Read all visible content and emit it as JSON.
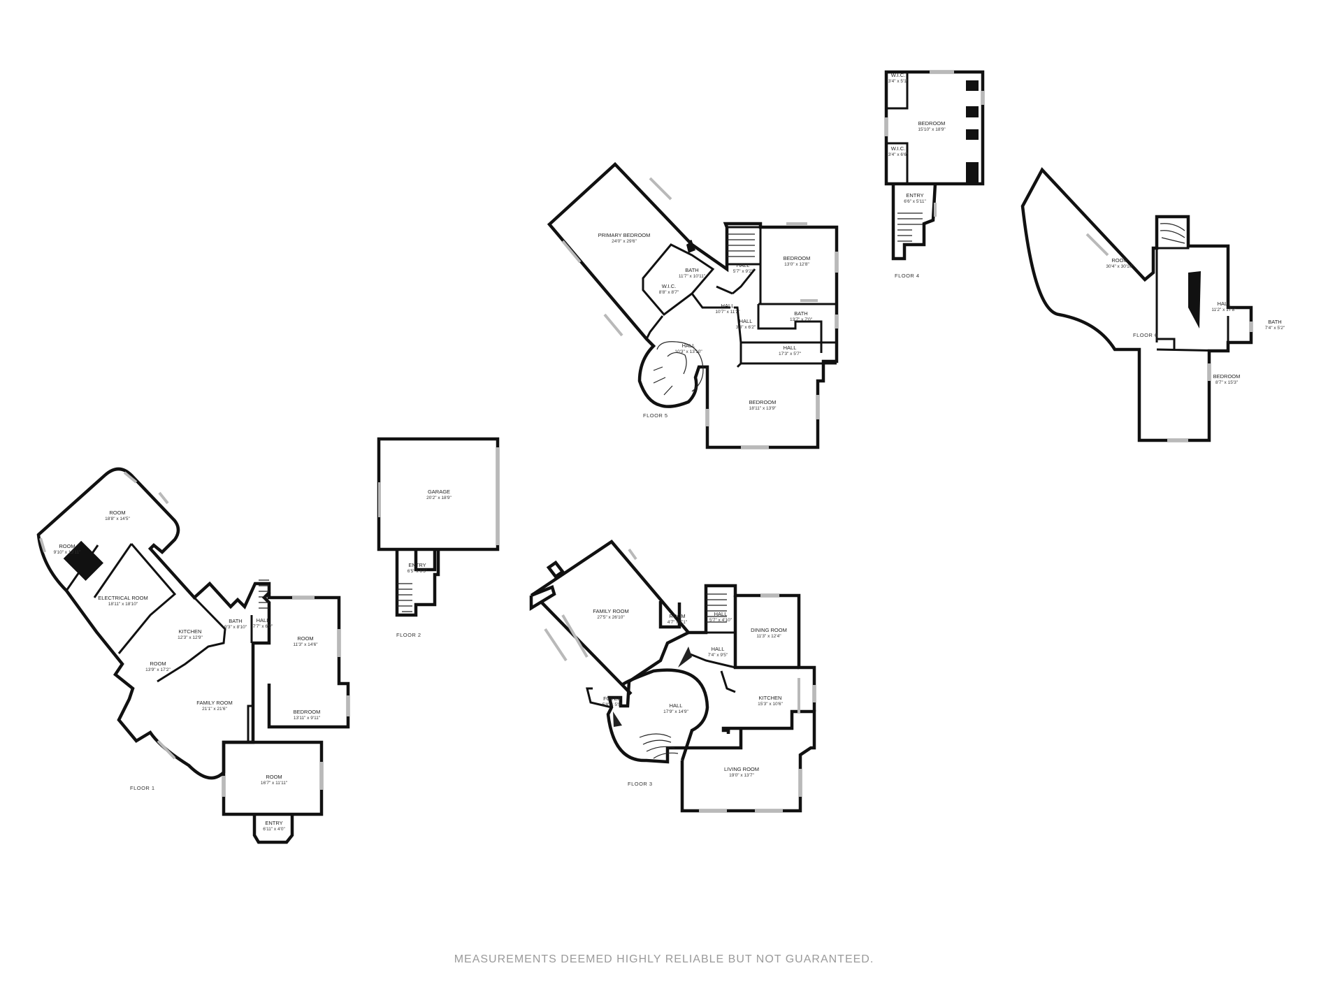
{
  "disclaimer": "MEASUREMENTS DEEMED HIGHLY RELIABLE BUT NOT GUARANTEED.",
  "floor_labels": {
    "f1": "FLOOR 1",
    "f2": "FLOOR 2",
    "f3": "FLOOR 3",
    "f4": "FLOOR 4",
    "f5": "FLOOR 5",
    "f6": "FLOOR 6"
  },
  "rooms": {
    "f1_room_a": {
      "name": "ROOM",
      "dim": "18'8\" x 14'5\""
    },
    "f1_room_b": {
      "name": "ROOM",
      "dim": "9'10\" x 13'11\""
    },
    "f1_electrical": {
      "name": "ELECTRICAL ROOM",
      "dim": "18'11\" x 18'10\""
    },
    "f1_kitchen": {
      "name": "KITCHEN",
      "dim": "12'3\" x 12'9\""
    },
    "f1_bath": {
      "name": "BATH",
      "dim": "9'3\" x 8'10\""
    },
    "f1_hall": {
      "name": "HALL",
      "dim": "7'7\" x 6'9\""
    },
    "f1_room_c": {
      "name": "ROOM",
      "dim": "11'3\" x 14'6\""
    },
    "f1_room_d": {
      "name": "ROOM",
      "dim": "13'9\" x 17'2\""
    },
    "f1_family": {
      "name": "FAMILY ROOM",
      "dim": "21'1\" x 21'6\""
    },
    "f1_bedroom": {
      "name": "BEDROOM",
      "dim": "13'11\" x 9'11\""
    },
    "f1_room_e": {
      "name": "ROOM",
      "dim": "16'7\" x 11'11\""
    },
    "f1_entry": {
      "name": "ENTRY",
      "dim": "6'11\" x 4'0\""
    },
    "f2_garage": {
      "name": "GARAGE",
      "dim": "20'2\" x 18'9\""
    },
    "f2_entry": {
      "name": "ENTRY",
      "dim": "6'5\" x 6'5\""
    },
    "f3_family": {
      "name": "FAMILY ROOM",
      "dim": "27'5\" x 26'10\""
    },
    "f3_room": {
      "name": "ROOM",
      "dim": "4'7\" x 7'1\""
    },
    "f3_hall_a": {
      "name": "HALL",
      "dim": "5'7\" x 4'10\""
    },
    "f3_dining": {
      "name": "DINING ROOM",
      "dim": "11'3\" x 12'4\""
    },
    "f3_hall_b": {
      "name": "HALL",
      "dim": "7'4\" x 9'5\""
    },
    "f3_foyer": {
      "name": "FOYER",
      "dim": "5'8\" x 5'5\""
    },
    "f3_hall_c": {
      "name": "HALL",
      "dim": "17'9\" x 14'9\""
    },
    "f3_kitchen": {
      "name": "KITCHEN",
      "dim": "15'3\" x 10'6\""
    },
    "f3_living": {
      "name": "LIVING ROOM",
      "dim": "19'0\" x 13'7\""
    },
    "f4_wic_a": {
      "name": "W.I.C.",
      "dim": "3'4\" x 5'1\""
    },
    "f4_bedroom": {
      "name": "BEDROOM",
      "dim": "15'10\" x 18'9\""
    },
    "f4_wic_b": {
      "name": "W.I.C.",
      "dim": "3'4\" x 6'6\""
    },
    "f4_entry": {
      "name": "ENTRY",
      "dim": "6'6\" x 5'11\""
    },
    "f5_primary": {
      "name": "PRIMARY BEDROOM",
      "dim": "24'0\" x 29'6\""
    },
    "f5_bath_a": {
      "name": "BATH",
      "dim": "11'7\" x 10'11\""
    },
    "f5_wic": {
      "name": "W.I.C.",
      "dim": "8'8\" x 8'7\""
    },
    "f5_hall_a": {
      "name": "HALL",
      "dim": "5'7\" x 9'2\""
    },
    "f5_bedroom_a": {
      "name": "BEDROOM",
      "dim": "13'0\" x 12'8\""
    },
    "f5_hall_b": {
      "name": "HALL",
      "dim": "10'7\" x 11'2\""
    },
    "f5_hall_c": {
      "name": "HALL",
      "dim": "3'3\" x 6'2\""
    },
    "f5_bath_b": {
      "name": "BATH",
      "dim": "13'7\" x 7'0\""
    },
    "f5_hall_d": {
      "name": "HALL",
      "dim": "17'3\" x 5'7\""
    },
    "f5_hall_e": {
      "name": "HALL",
      "dim": "10'3\" x 13'10\""
    },
    "f5_bedroom_b": {
      "name": "BEDROOM",
      "dim": "18'11\" x 13'9\""
    },
    "f6_room": {
      "name": "ROOM",
      "dim": "30'4\" x 30'10\""
    },
    "f6_hall": {
      "name": "HALL",
      "dim": "11'2\" x 17'8\""
    },
    "f6_bath": {
      "name": "BATH",
      "dim": "7'4\" x 5'2\""
    },
    "f6_bedroom": {
      "name": "BEDROOM",
      "dim": "8'7\" x 15'3\""
    }
  }
}
